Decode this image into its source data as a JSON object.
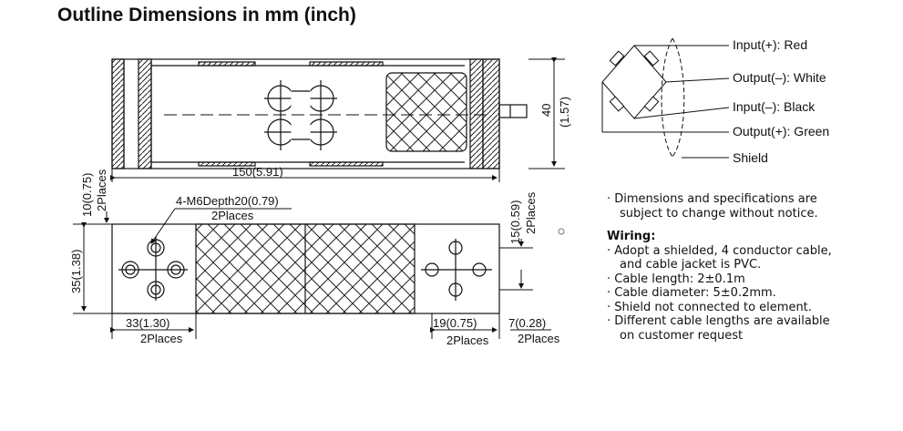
{
  "title": "Outline Dimensions in mm (inch)",
  "drawing": {
    "dim_length": "150(5.91)",
    "dim_height_top_mm": "40",
    "dim_height_top_in": "(1.57)",
    "dim_left_small": "10(0.75)",
    "dim_left_small_places": "2Places",
    "dim_height_front": "35(1.38)",
    "dim_right_small": "15(0.59)",
    "dim_right_small_places": "2Places",
    "thread_spec": "4-M6Depth20(0.79)",
    "thread_places": "2Places",
    "dim_left_bottom": "33(1.30)",
    "dim_left_bottom_places": "2Places",
    "dim_right_bottom_a": "19(0.75)",
    "dim_right_bottom_a_places": "2Places",
    "dim_right_bottom_b": "7(0.28)",
    "dim_right_bottom_b_places": "2Places"
  },
  "wiring_diagram": {
    "leads": [
      "Input(+): Red",
      "Output(–): White",
      "Input(–): Black",
      "Output(+): Green",
      "Shield"
    ]
  },
  "notes": {
    "disclaimer_line1": "· Dimensions and specifications are",
    "disclaimer_line2": "subject to change without notice.",
    "wiring_heading": "Wiring:",
    "items": [
      "· Adopt a shielded, 4 conductor cable,",
      "and  cable jacket is PVC.",
      "· Cable length: 2±0.1m",
      "· Cable diameter: 5±0.2mm.",
      "· Shield not connected to element.",
      "· Different cable lengths are available",
      "on customer request"
    ]
  }
}
